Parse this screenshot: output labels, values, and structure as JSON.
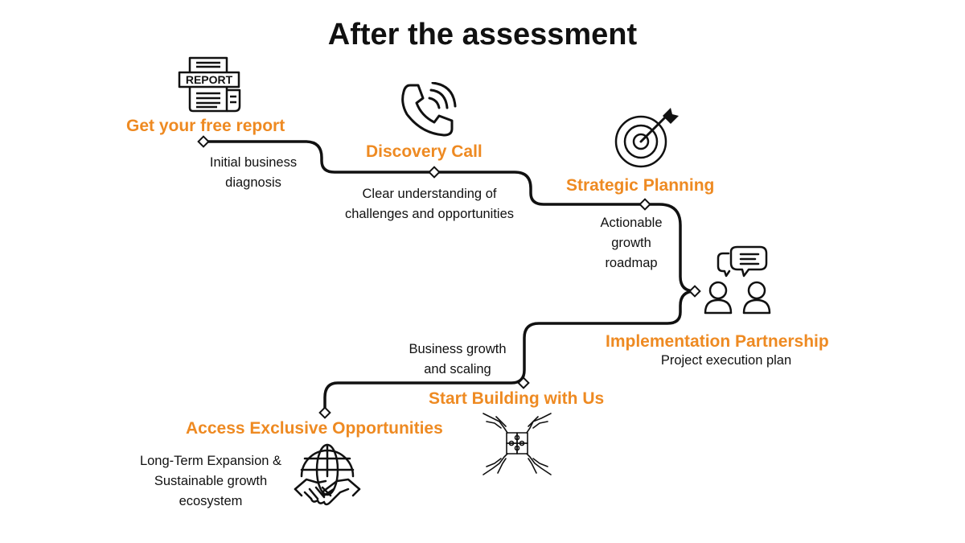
{
  "title": "After the assessment",
  "accent_color": "#EE8A22",
  "steps": [
    {
      "title": "Get your free report",
      "description": [
        "Initial business",
        "diagnosis"
      ],
      "icon": "report-icon",
      "icon_text": "REPORT"
    },
    {
      "title": "Discovery Call",
      "description": [
        "Clear understanding of",
        "challenges and opportunities"
      ],
      "icon": "phone-icon"
    },
    {
      "title": "Strategic Planning",
      "description": [
        "Actionable",
        "growth",
        "roadmap"
      ],
      "icon": "target-icon"
    },
    {
      "title": "Implementation Partnership",
      "description": [
        "Project execution plan"
      ],
      "icon": "conversation-icon"
    },
    {
      "title": "Start Building with Us",
      "description": [
        "Business growth",
        "and scaling"
      ],
      "icon": "puzzle-hands-icon"
    },
    {
      "title": "Access Exclusive Opportunities",
      "description": [
        "Long-Term Expansion &",
        "Sustainable growth",
        "ecosystem"
      ],
      "icon": "globe-handshake-icon"
    }
  ]
}
